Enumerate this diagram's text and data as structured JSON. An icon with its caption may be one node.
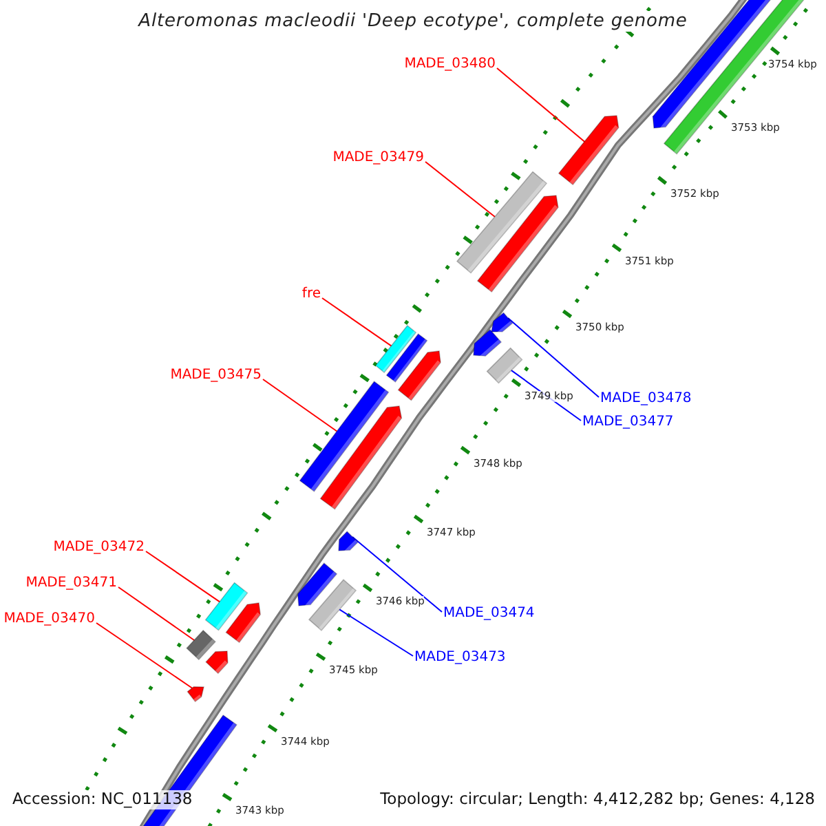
{
  "diagram": {
    "title": "Alteromonas macleodii 'Deep ecotype', complete genome",
    "nodes": [
      {
        "text": [
          "MADE_03480"
        ]
      },
      {
        "text": [
          "MADE_03479"
        ]
      },
      {
        "text": [
          "fre"
        ]
      },
      {
        "text": [
          "MADE_03475"
        ]
      },
      {
        "text": [
          "MADE_03478"
        ]
      },
      {
        "text": [
          "MADE_03477"
        ]
      },
      {
        "text": [
          "MADE_03472"
        ]
      },
      {
        "text": [
          "MADE_03471"
        ]
      },
      {
        "text": [
          "MADE_03474"
        ]
      },
      {
        "text": [
          "MADE_03470"
        ]
      },
      {
        "text": [
          "MADE_03473"
        ]
      },
      {
        "text": [],
        "shape": "bar"
      },
      {
        "text": [],
        "shape": "bar"
      },
      {
        "text": [],
        "shape": "bar"
      },
      {
        "text": [],
        "shape": "bar"
      },
      {
        "text": [],
        "shape": "bar"
      },
      {
        "text": [],
        "shape": "bar"
      },
      {
        "text": [],
        "shape": "bar"
      },
      {
        "text": [],
        "shape": "bar"
      },
      {
        "text": [],
        "shape": "bar"
      },
      {
        "text": [],
        "shape": "bar"
      },
      {
        "text": [],
        "shape": "bar"
      }
    ],
    "edges": [
      {
        "from": 0,
        "to": 11,
        "arrow": "none"
      },
      {
        "from": 1,
        "to": 12,
        "arrow": "none"
      },
      {
        "from": 2,
        "to": 14,
        "arrow": "none"
      },
      {
        "from": 3,
        "to": 16,
        "arrow": "none"
      },
      {
        "from": 4,
        "to": 13,
        "arrow": "none",
        "color": "#0000ff"
      },
      {
        "from": 5,
        "to": 15,
        "arrow": "none",
        "color": "#0000ff"
      },
      {
        "from": 6,
        "to": 19,
        "arrow": "none"
      },
      {
        "from": 7,
        "to": 20,
        "arrow": "none"
      },
      {
        "from": 8,
        "to": 17,
        "arrow": "none",
        "color": "#0000ff"
      },
      {
        "from": 9,
        "to": 21,
        "arrow": "none"
      },
      {
        "from": 10,
        "to": 18,
        "arrow": "none",
        "color": "#0000ff"
      }
    ],
    "labels": [
      "3754 kbp",
      "3753 kbp",
      "3752 kbp",
      "3751 kbp",
      "3750 kbp",
      "3749 kbp",
      "3748 kbp",
      "3747 kbp",
      "3746 kbp",
      "3745 kbp",
      "3744 kbp",
      "3743 kbp",
      "Accession: NC_011138",
      "Topology: circular; Length: 4,412,282 bp; Genes: 4,128"
    ]
  }
}
